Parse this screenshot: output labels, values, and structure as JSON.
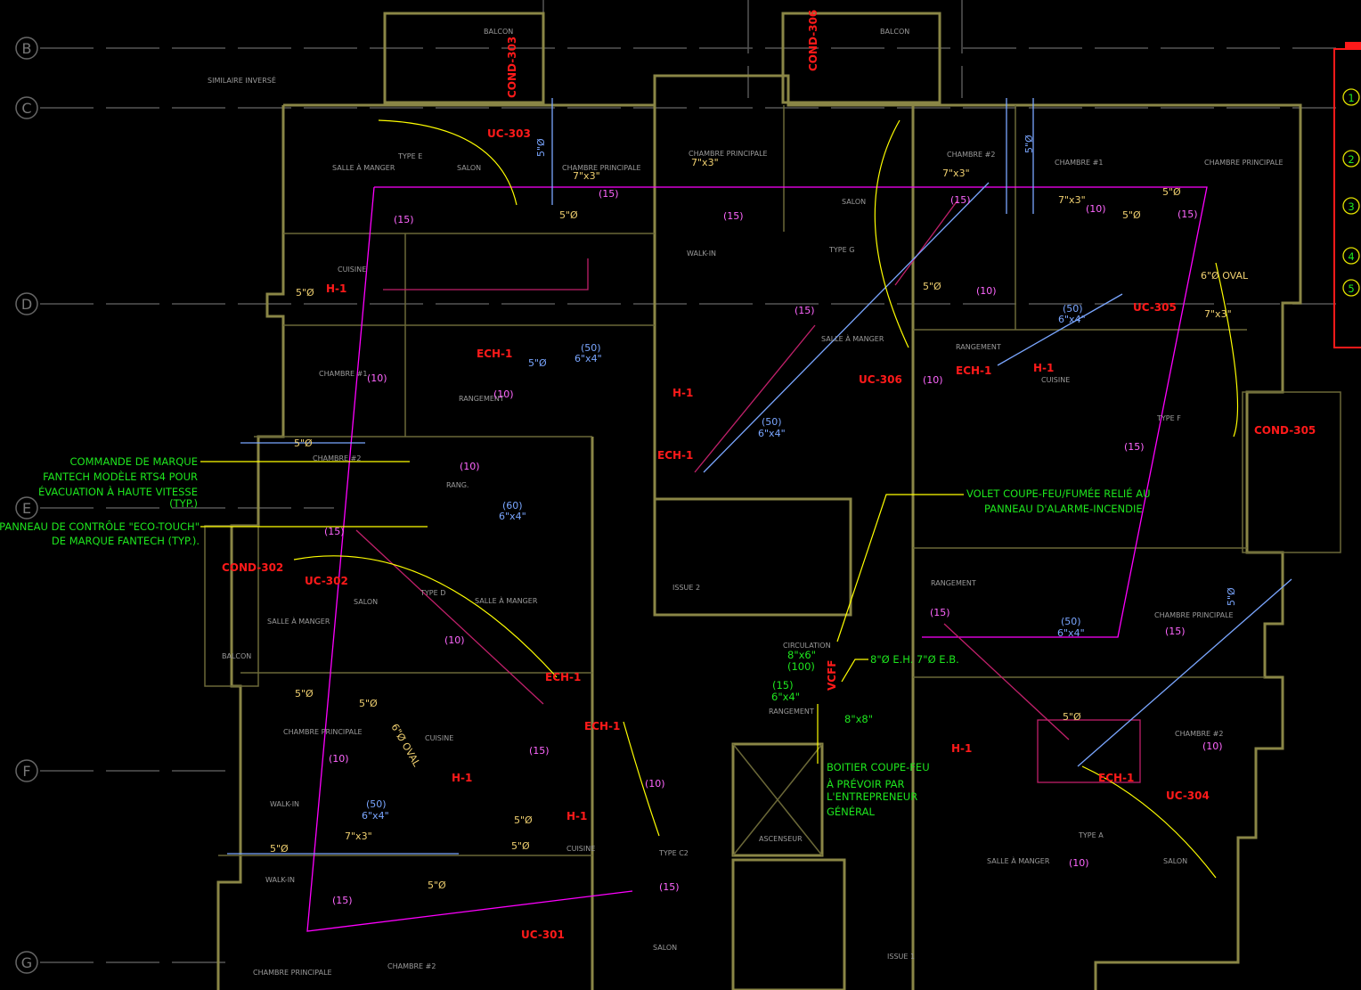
{
  "grid_bubbles": [
    "B",
    "C",
    "D",
    "E",
    "F",
    "G"
  ],
  "legend_markers": [
    "1",
    "2",
    "3",
    "4",
    "5"
  ],
  "equipment_tags": [
    "UC-303",
    "UC-306",
    "UC-305",
    "COND-305",
    "COND-302",
    "UC-302",
    "UC-301",
    "UC-304",
    "H-1",
    "H-1",
    "H-1",
    "H-1",
    "H-1",
    "H-1",
    "ECH-1",
    "ECH-1",
    "ECH-1",
    "ECH-1",
    "ECH-1",
    "ECH-1",
    "VCFF"
  ],
  "vertical_tags": [
    "COND-303",
    "COND-306"
  ],
  "callouts": [
    "COMMANDE DE MARQUE",
    "FANTECH MODÈLE RTS4 POUR",
    "ÉVACUATION À HAUTE VITESSE",
    "(TYP.)",
    "PANNEAU DE CONTRÔLE \"ECO-TOUCH\"",
    "DE MARQUE FANTECH (TYP.).",
    "VOLET COUPE-FEU/FUMÉE RELIÉ AU",
    "PANNEAU D'ALARME-INCENDIE",
    "8\"Ø E.H. 7\"Ø E.B.",
    "8\"x6\"",
    "(100)",
    "(15)",
    "6\"x4\"",
    "8\"x8\"",
    "BOITIER COUPE-FEU",
    "À PRÉVOIR PAR",
    "L'ENTREPRENEUR",
    "GÉNÉRAL"
  ],
  "rooms": [
    "BALCON",
    "BALCON",
    "BALCON",
    "SALLE À MANGER",
    "SALON",
    "TYPE E",
    "CHAMBRE PRINCIPALE",
    "CHAMBRE PRINCIPALE",
    "CHAMBRE #2",
    "CHAMBRE #1",
    "CHAMBRE PRINCIPALE",
    "SALON",
    "TYPE G",
    "CUISINE",
    "RANGEMENT",
    "CHAMBRE #1",
    "RANGEMENT",
    "WALK-IN",
    "SALLE À MANGER",
    "CUISINE",
    "SALLE À MANGER",
    "CHAMBRE #2",
    "RANG.",
    "SALLE À MANGER",
    "SALON",
    "TYPE D",
    "ISSUE 2",
    "CIRCULATION",
    "RANGEMENT",
    "RANGEMENT",
    "CHAMBRE PRINCIPALE",
    "CHAMBRE PRINCIPALE",
    "CUISINE",
    "WALK-IN",
    "WALK-IN",
    "ASCENSEUR",
    "TYPE C2",
    "SALON",
    "ISSUE 1",
    "SALLE À MANGER",
    "SALON",
    "TYPE A",
    "CHAMBRE #2",
    "CHAMBRE PRINCIPALE",
    "CHAMBRE #2",
    "CUISINE",
    "SIMILAIRE INVERSÉ",
    "TYPE F"
  ],
  "airflows": [
    "(15)",
    "(15)",
    "(15)",
    "(10)",
    "(10)",
    "(10)",
    "(15)",
    "(10)",
    "(10)",
    "(15)",
    "(10)",
    "(15)",
    "(10)",
    "(15)",
    "(15)",
    "(10)",
    "(10)",
    "(15)",
    "(15)",
    "(10)",
    "(15)",
    "(10)",
    "(15)",
    "(15)"
  ],
  "duct_sizes": [
    "7\"x3\"",
    "7\"x3\"",
    "7\"x3\"",
    "7\"x3\"",
    "7\"x3\"",
    "7\"x3\"",
    "5\"Ø",
    "5\"Ø",
    "5\"Ø",
    "5\"Ø",
    "5\"Ø",
    "5\"Ø",
    "5\"Ø",
    "5\"Ø",
    "5\"Ø",
    "6\"Ø OVAL",
    "6\"Ø OVAL",
    "5\"Ø",
    "5\"Ø",
    "5\"Ø",
    "5\"Ø"
  ],
  "exhaust_sizes": [
    "(50)",
    "6\"x4\"",
    "(50)",
    "6\"x4\"",
    "(50)",
    "6\"x4\"",
    "(60)",
    "6\"x4\"",
    "(50)",
    "6\"x4\"",
    "(50)",
    "6\"x4\"",
    "5\"Ø",
    "5\"Ø",
    "5\"Ø",
    "5\"Ø"
  ],
  "colors": {
    "walls": "#8a8646",
    "supply": "#ff00ff",
    "exhaust": "#7aa6ff",
    "tags": "#ff1a1a",
    "notes": "#1ee61e",
    "leaders": "#ffff00"
  }
}
